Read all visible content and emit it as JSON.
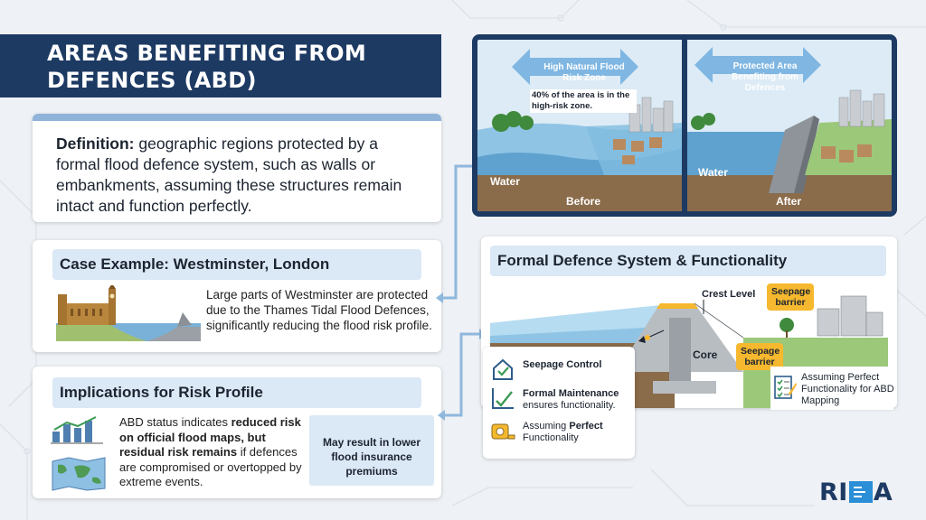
{
  "title": "AREAS BENEFITING FROM DEFENCES (ABD)",
  "definition": {
    "term": "Definition:",
    "text": " geographic regions protected by a formal flood defence system, such as walls or embankments, assuming these structures remain intact and function perfectly."
  },
  "case_example": {
    "heading": "Case Example: Westminster, London",
    "text": "Large parts of Westminster are protected due to the Thames Tidal Flood Defences, significantly reducing the flood risk profile."
  },
  "implications": {
    "heading": "Implications for Risk Profile",
    "text_1": "ABD status indicates ",
    "text_2": "reduced risk on official flood maps, but residual risk remains",
    "text_3": " if defences are compromised or overtopped by extreme events.",
    "premium_note": "May result in lower flood insurance premiums"
  },
  "before_after": {
    "left_arrow": "High Natural Flood Risk Zone",
    "left_note": "40% of the area is in the high-risk zone.",
    "right_arrow": "Protected Area Benefiting from Defences",
    "water_left": "Water",
    "water_right": "Water",
    "before": "Before",
    "after": "After"
  },
  "formal_defence": {
    "heading": "Formal Defence System & Functionality",
    "crest_level": "Crest Level",
    "core": "Core",
    "seepage_barrier_1": "Seepage barrier",
    "seepage_barrier_2": "Seepage barrier",
    "abd_mapping": "Assuming Perfect Functionality for ABD Mapping"
  },
  "legend": {
    "seepage_control": "Seepage Control",
    "maintenance_bold": "Formal Maintenance",
    "maintenance_rest": "ensures functionality.",
    "assuming_1": "Assuming ",
    "assuming_bold": "Perfect",
    "assuming_2": "Functionality"
  },
  "logo": {
    "left": "RI",
    "right": "A"
  },
  "colors": {
    "navy": "#1d3a63",
    "light_blue": "#dbe8f5",
    "accent_blue": "#2a8fd6",
    "barrier_yellow": "#f5b82e"
  }
}
